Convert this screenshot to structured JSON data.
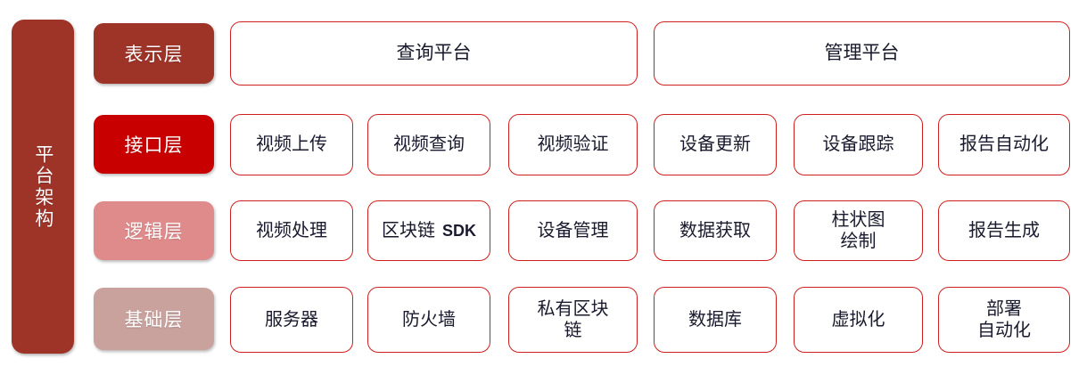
{
  "diagram": {
    "title": "平台架构",
    "spine": {
      "label": "平台架构",
      "color": "#9E3328"
    },
    "layers": [
      {
        "name": "表示层",
        "color": "#9E3328"
      },
      {
        "name": "接口层",
        "color": "#C80000"
      },
      {
        "name": "逻辑层",
        "color": "#E08B8B"
      },
      {
        "name": "基础层",
        "color": "#C9A19D"
      }
    ],
    "card_border_color": "#CF1F1F",
    "rows": [
      {
        "layer": "表示层",
        "span": "group",
        "cards": [
          {
            "label": "查询平台",
            "group": "left"
          },
          {
            "label": "管理平台",
            "group": "right"
          }
        ]
      },
      {
        "layer": "接口层",
        "span": "single",
        "cards": [
          {
            "label": "视频上传"
          },
          {
            "label": "视频查询"
          },
          {
            "label": "视频验证"
          },
          {
            "label": "设备更新"
          },
          {
            "label": "设备跟踪"
          },
          {
            "label": "报告自动化"
          }
        ]
      },
      {
        "layer": "逻辑层",
        "span": "single",
        "cards": [
          {
            "label": "视频处理"
          },
          {
            "label": "区块链SDK",
            "latin_suffix": "SDK",
            "cjk_prefix": "区块链"
          },
          {
            "label": "设备管理"
          },
          {
            "label": "数据获取"
          },
          {
            "label": "柱状图\n绘制",
            "line1": "柱状图",
            "line2": "绘制"
          },
          {
            "label": "报告生成"
          }
        ]
      },
      {
        "layer": "基础层",
        "span": "single",
        "cards": [
          {
            "label": "服务器"
          },
          {
            "label": "防火墙"
          },
          {
            "label": "私有区块\n链",
            "line1": "私有区块",
            "line2": "链"
          },
          {
            "label": "数据库"
          },
          {
            "label": "虚拟化"
          },
          {
            "label": "部署\n自动化",
            "line1": "部署",
            "line2": "自动化"
          }
        ]
      }
    ]
  }
}
